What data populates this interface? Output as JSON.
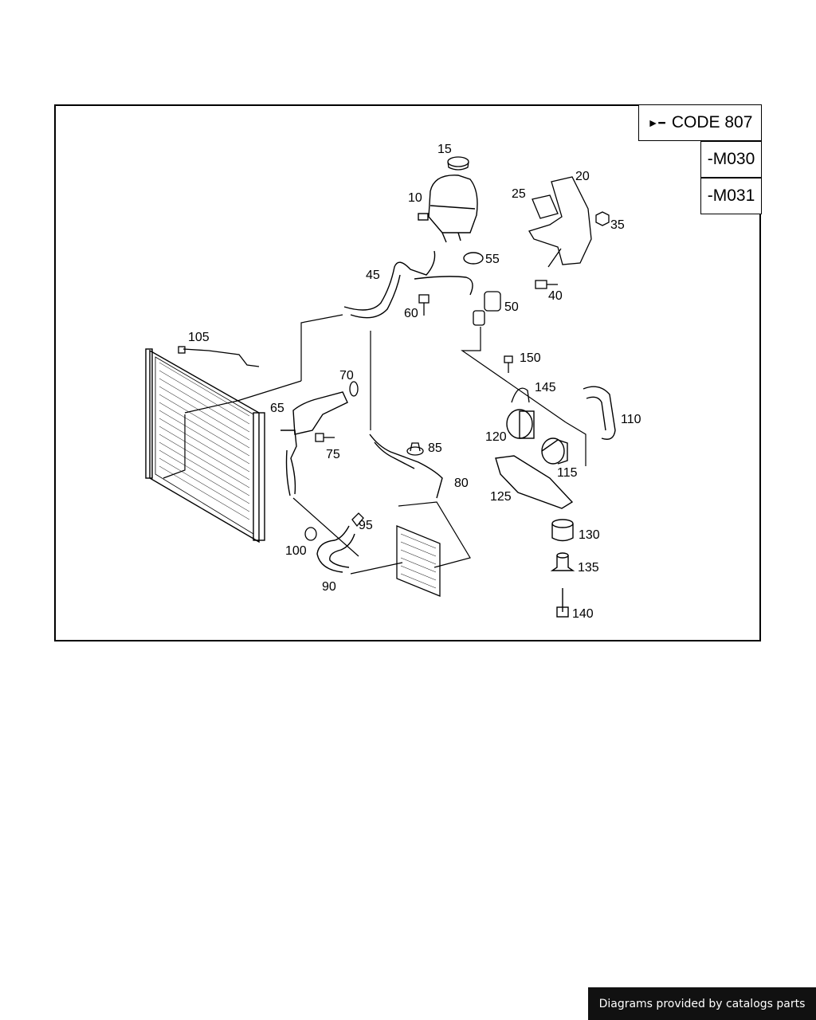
{
  "diagram": {
    "codes": {
      "main_label": "CODE 807",
      "variant_1": "-M030",
      "variant_2": "-M031"
    },
    "callouts": [
      "15",
      "10",
      "25",
      "20",
      "35",
      "55",
      "45",
      "50",
      "60",
      "40",
      "105",
      "150",
      "70",
      "145",
      "65",
      "110",
      "75",
      "120",
      "85",
      "115",
      "80",
      "125",
      "95",
      "130",
      "100",
      "135",
      "90",
      "140"
    ]
  },
  "footer": {
    "credit": "Diagrams provided by catalogs parts"
  }
}
